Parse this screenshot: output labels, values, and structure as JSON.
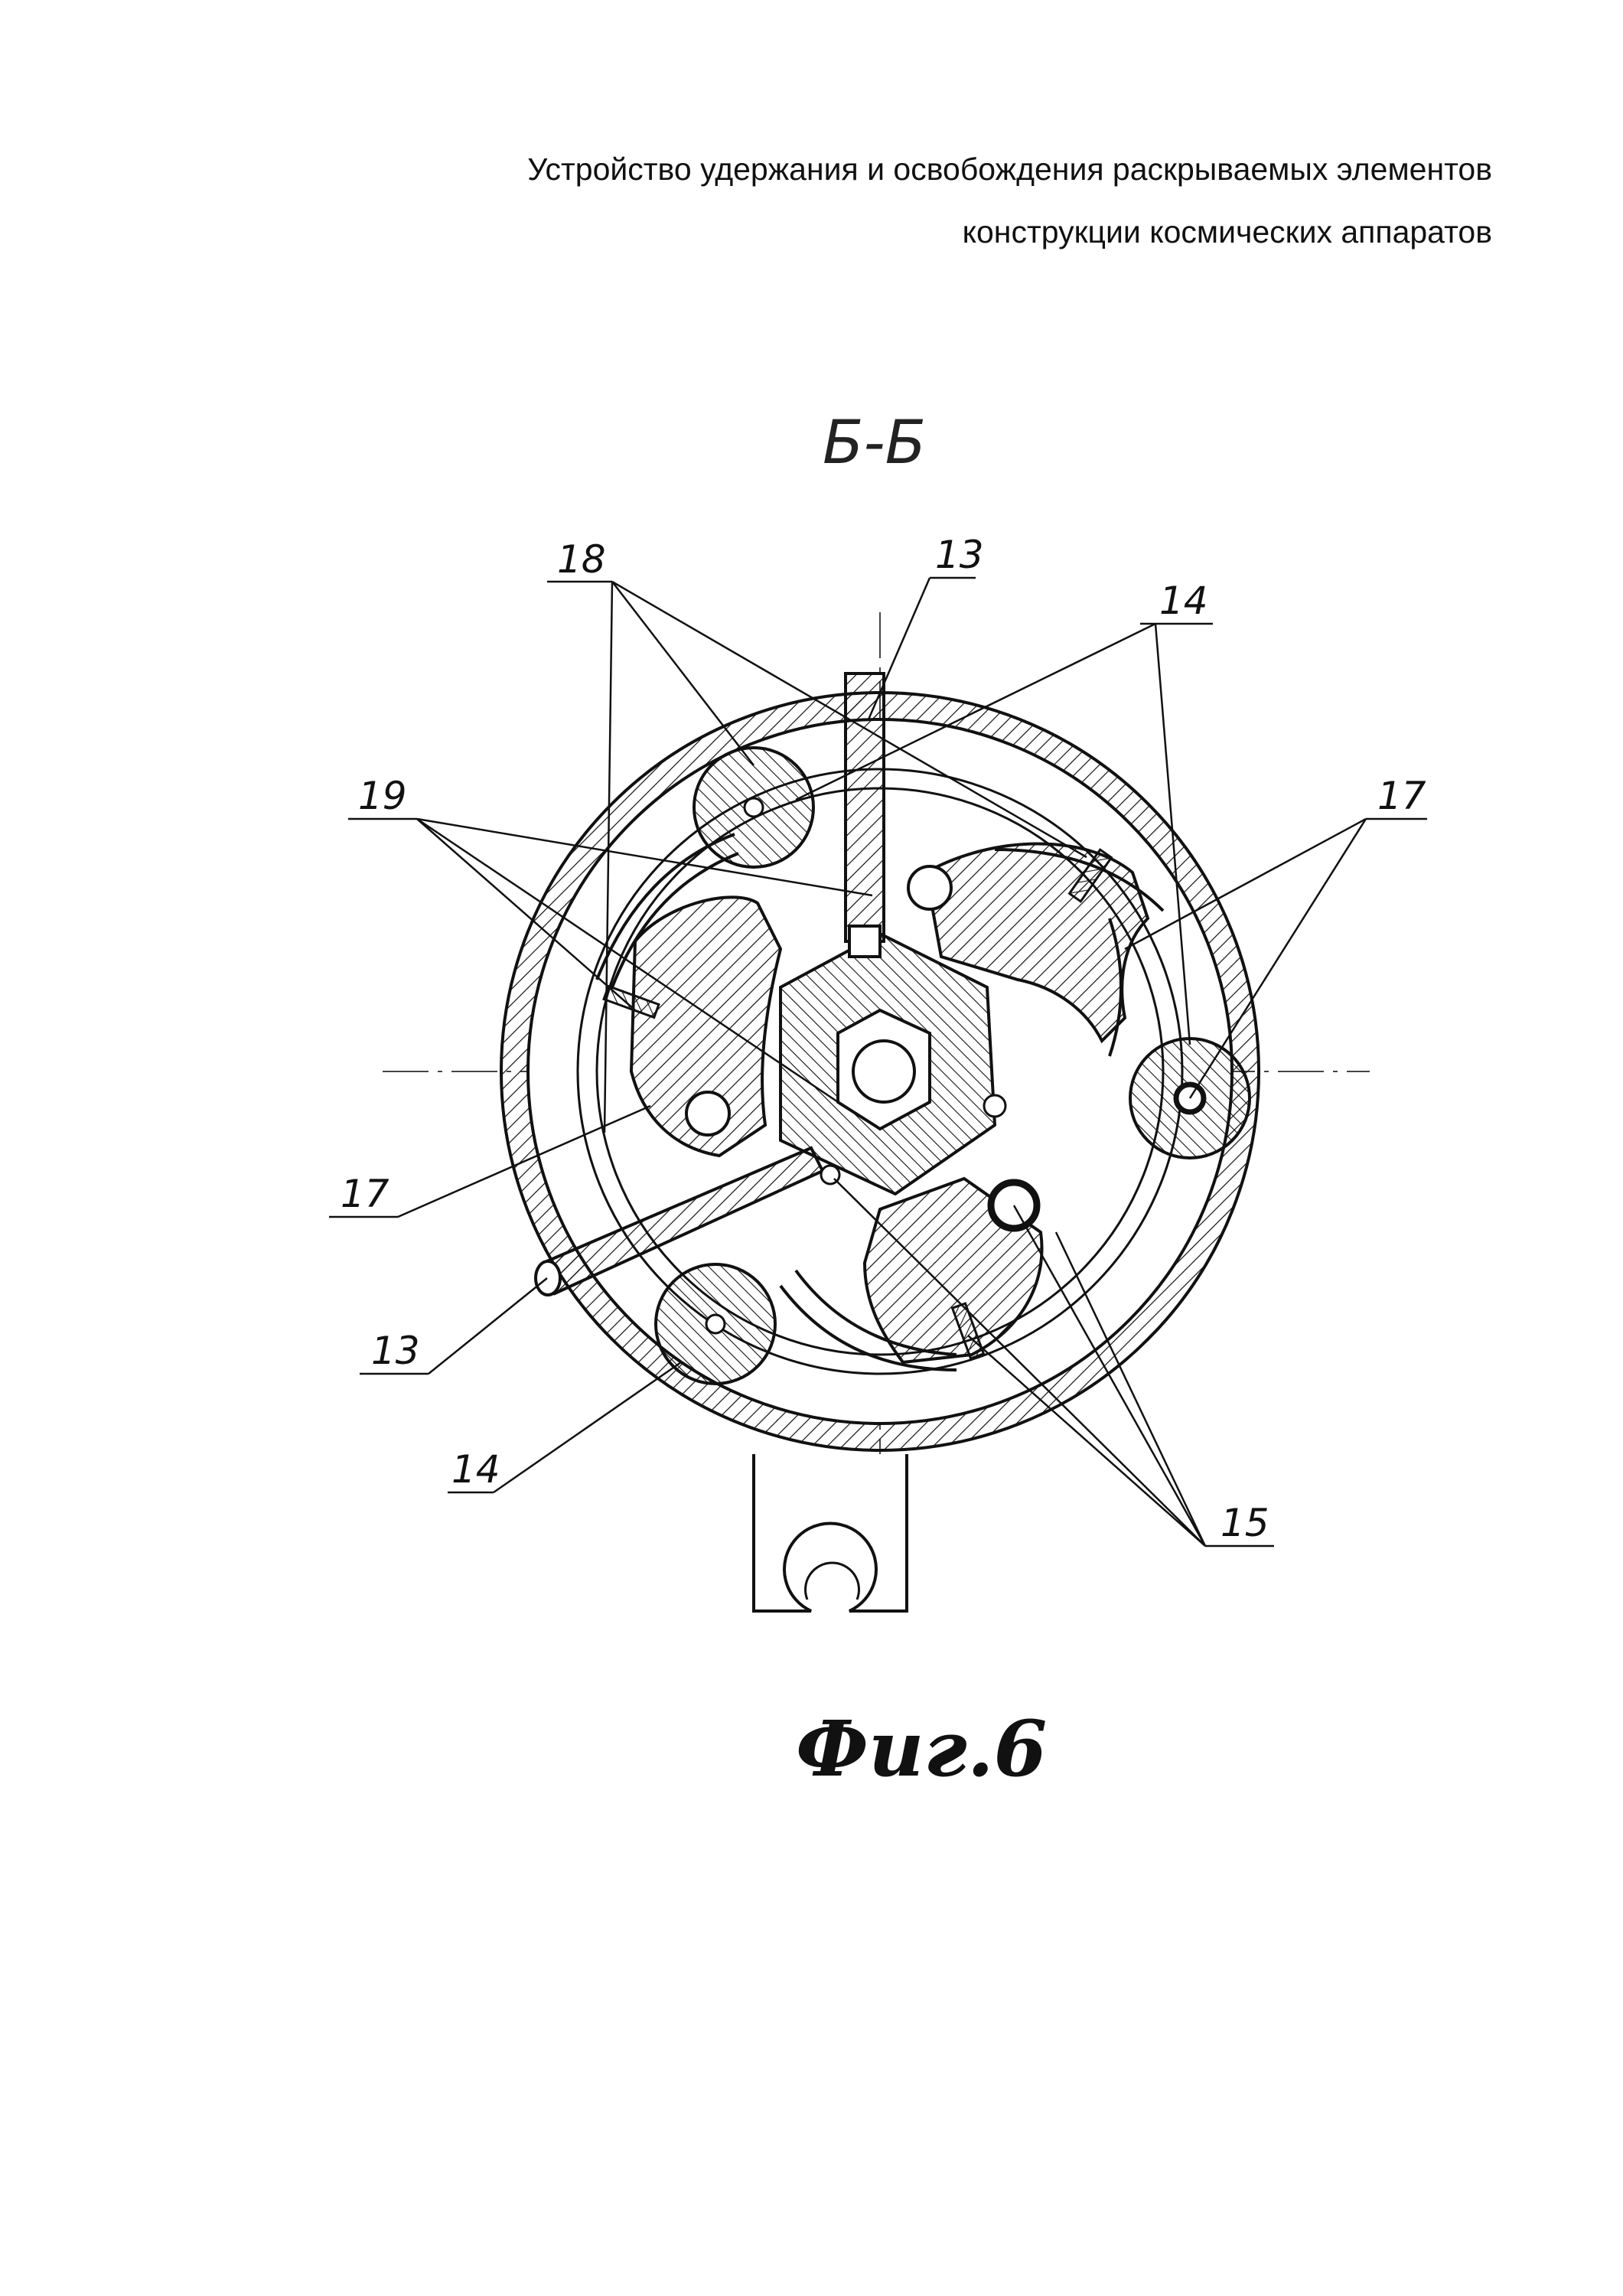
{
  "header": {
    "line1": "Устройство удержания и освобождения раскрываемых элементов",
    "line2": "конструкции космических аппаратов"
  },
  "section_label": "Б-Б",
  "figure_caption": "Фиг.6",
  "callouts": {
    "c18": "18",
    "c13_top": "13",
    "c14_top": "14",
    "c19": "19",
    "c17_right": "17",
    "c17_left": "17",
    "c13_bottom": "13",
    "c14_bottom": "14",
    "c15": "15"
  },
  "colors": {
    "ink": "#111111",
    "paper": "#ffffff"
  }
}
